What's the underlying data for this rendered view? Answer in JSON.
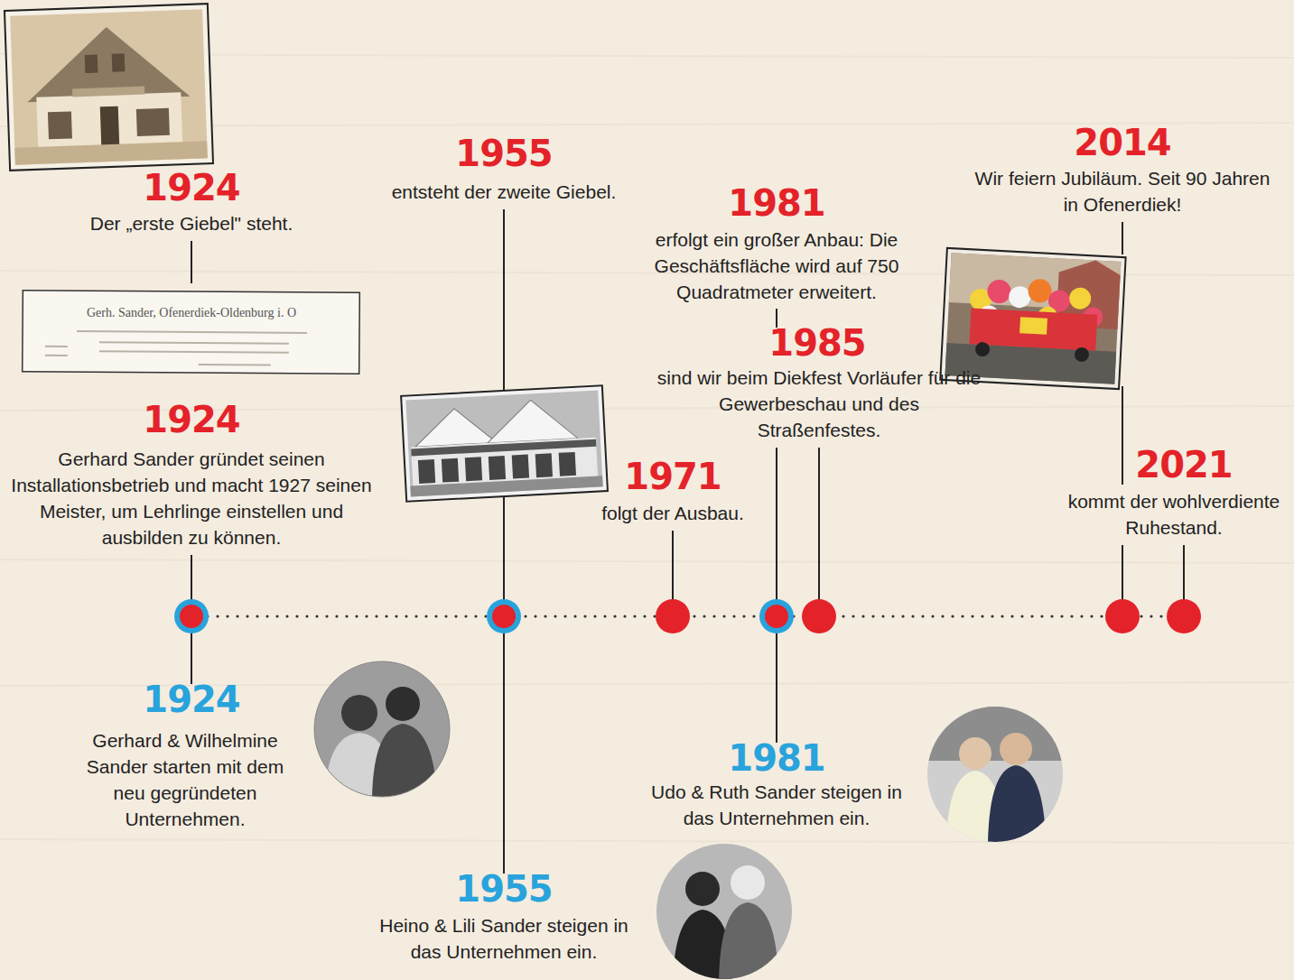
{
  "diagram": {
    "labels": [
      "1924",
      "Der „erste Giebel\" steht.",
      "Gerh. Sander, Ofenerdiek-Oldenburg i. O",
      "1924",
      "Gerhard Sander gründet seinen Installationsbetrieb und macht 1927 seinen Meister, um Lehrlinge einstellen und ausbilden zu können.",
      "1924",
      "Gerhard & Wilhelmine Sander starten mit dem neu gegründeten Unternehmen.",
      "1955",
      "entsteht der zweite Giebel.",
      "1955",
      "Heino & Lili Sander steigen in das Unternehmen ein.",
      "1971",
      "folgt der Ausbau.",
      "1981",
      "erfolgt ein großer Anbau: Die Geschäftsfläche wird auf 750 Quadratmeter erweitert.",
      "1985",
      "sind wir beim Diekfest Vorläufer für die Gewerbeschau und des Straßenfestes.",
      "1981",
      "Udo & Ruth Sander steigen in das Unternehmen ein.",
      "2014",
      "Wir feiern Jubiläum. Seit 90 Jahren in Ofenerdiek!",
      "2021",
      "kommt der wohlverdiente Ruhestand."
    ]
  }
}
